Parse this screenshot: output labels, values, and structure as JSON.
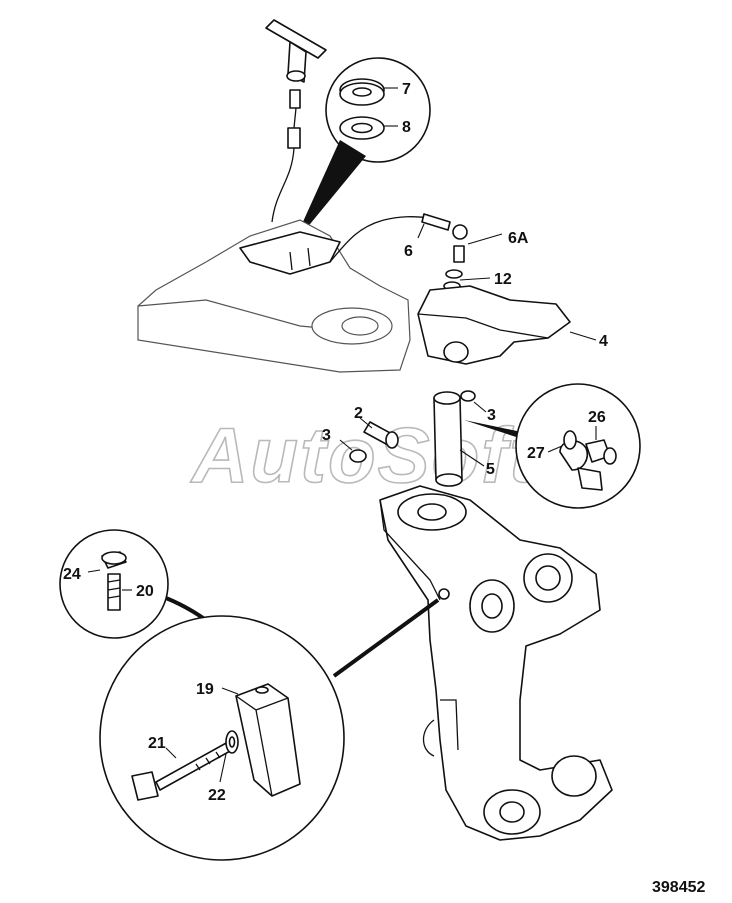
{
  "callouts": {
    "c7": "7",
    "c8": "8",
    "c6a": "6A",
    "c6": "6",
    "c12": "12",
    "c4": "4",
    "c3a": "3",
    "c2": "2",
    "c3b": "3",
    "c5": "5",
    "c26": "26",
    "c27": "27",
    "c24": "24",
    "c20": "20",
    "c19": "19",
    "c21": "21",
    "c22": "22"
  },
  "drawing_number": "398452",
  "watermark": "AutoSoft"
}
